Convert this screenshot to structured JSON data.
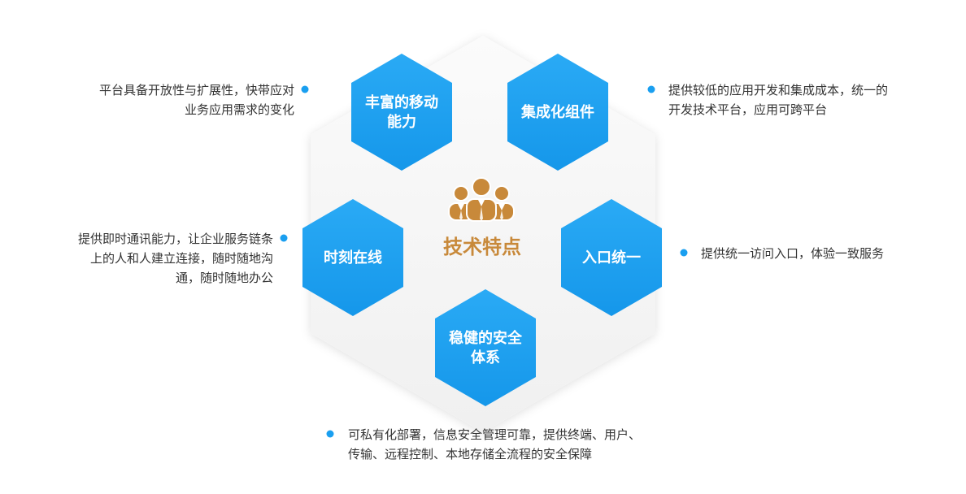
{
  "colors": {
    "hex_fill": "#1a9ff0",
    "hex_fill_top": "#27aaf6",
    "dot": "#1a9ff0",
    "accent": "#c8893a",
    "text": "#333333",
    "backdrop": "#f5f5f5"
  },
  "center": {
    "icon": "team-people-icon",
    "title": "技术特点"
  },
  "features": [
    {
      "id": "mobile",
      "label_lines": [
        "丰富的移动",
        "能力"
      ]
    },
    {
      "id": "component",
      "label_lines": [
        "集成化组件"
      ]
    },
    {
      "id": "online",
      "label_lines": [
        "时刻在线"
      ]
    },
    {
      "id": "entry",
      "label_lines": [
        "入口统一"
      ]
    },
    {
      "id": "security",
      "label_lines": [
        "稳健的安全",
        "体系"
      ]
    }
  ],
  "descriptions": [
    {
      "id": "mobile",
      "lines": [
        "平台具备开放性与扩展性，快带应对",
        "业务应用需求的变化"
      ]
    },
    {
      "id": "component",
      "lines": [
        "提供较低的应用开发和集成成本，统一的",
        "开发技术平台，应用可跨平台"
      ]
    },
    {
      "id": "online",
      "lines": [
        "提供即时通讯能力，让企业服务链条",
        "上的人和人建立连接，随时随地沟",
        "通，随时随地办公"
      ]
    },
    {
      "id": "entry",
      "lines": [
        "提供统一访问入口，体验一致服务"
      ]
    },
    {
      "id": "security",
      "lines": [
        "可私有化部署，信息安全管理可靠，提供终端、用户、",
        "传输、远程控制、本地存储全流程的安全保障"
      ]
    }
  ]
}
